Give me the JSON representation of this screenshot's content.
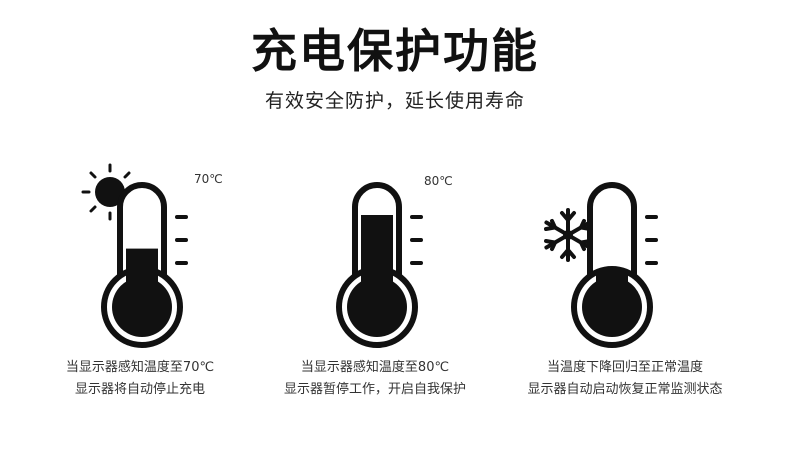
{
  "header": {
    "title": "充电保护功能",
    "subtitle": "有效安全防护，延长使用寿命"
  },
  "panels": [
    {
      "icon": "sun-icon",
      "temp_label": "70℃",
      "fill_level": 0.45,
      "caption_line1": "当显示器感知温度至70℃",
      "caption_line2": "显示器将自动停止充电"
    },
    {
      "icon": "none",
      "temp_label": "80℃",
      "fill_level": 0.75,
      "caption_line1": "当显示器感知温度至80℃",
      "caption_line2": "显示器暂停工作，开启自我保护"
    },
    {
      "icon": "snowflake-icon",
      "temp_label": "",
      "fill_level": 0.25,
      "caption_line1": "当温度下降回归至正常温度",
      "caption_line2": "显示器自动启动恢复正常监测状态"
    }
  ],
  "colors": {
    "ink": "#111111",
    "background": "#ffffff"
  }
}
